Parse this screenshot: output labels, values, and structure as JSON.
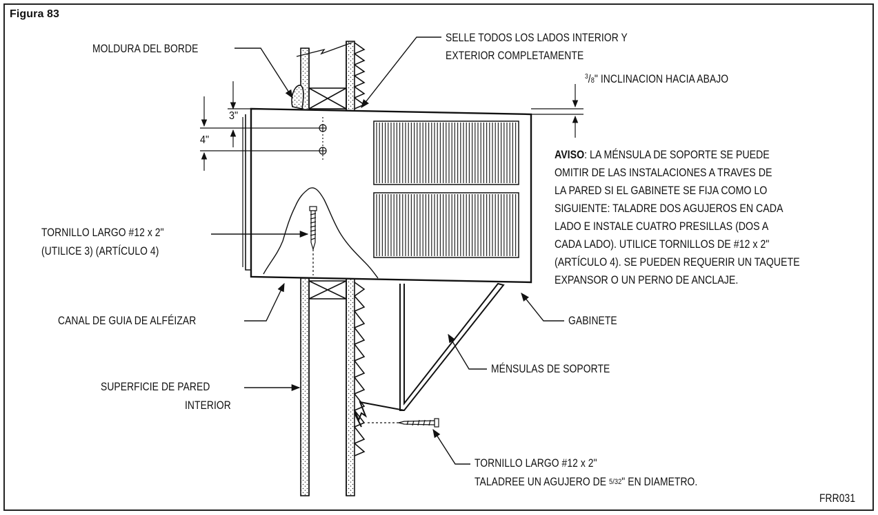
{
  "figure": {
    "title": "Figura 83",
    "code": "FRR031"
  },
  "labels": {
    "moldura": "MOLDURA DEL BORDE",
    "selle_1": "SELLE TODOS LOS LADOS INTERIOR Y",
    "selle_2": "EXTERIOR COMPLETAMENTE",
    "inclinacion_num": "3",
    "inclinacion_den": "8",
    "inclinacion_text": "\" INCLINACION HACIA ABAJO",
    "dim_3": "3\"",
    "dim_4": "4\"",
    "tornillo_interior_1": "TORNILLO LARGO #12 x 2\"",
    "tornillo_interior_2": "(UTILICE 3) (ARTÍCULO 4)",
    "canal": "CANAL DE GUIA DE ALFÉIZAR",
    "gabinete": "GABINETE",
    "mensulas": "MÉNSULAS DE SOPORTE",
    "superficie_1": "SUPERFICIE DE PARED",
    "superficie_2": "INTERIOR",
    "tornillo_exterior_1": "TORNILLO LARGO #12 x 2\"",
    "tornillo_exterior_2_a": "TALADREE UN AGUJERO DE ",
    "tornillo_exterior_2_frac": "5/32",
    "tornillo_exterior_2_b": "\" EN DIAMETRO."
  },
  "notice": {
    "heading": "AVISO",
    "line_1": ": LA MÉNSULA DE SOPORTE SE PUEDE",
    "line_2": "OMITIR DE LAS INSTALACIONES A TRAVES DE",
    "line_3": "LA PARED SI EL GABINETE SE FIJA COMO LO",
    "line_4": "SIGUIENTE: TALADRE DOS AGUJEROS EN CADA",
    "line_5": "LADO E INSTALE CUATRO PRESILLAS (DOS A",
    "line_6": "CADA LADO). UTILICE TORNILLOS DE #12 x 2\"",
    "line_7": "(ARTÍCULO 4). SE PUEDEN REQUERIR UN TAQUETE",
    "line_8": "EXPANSOR O UN PERNO DE ANCLAJE."
  }
}
